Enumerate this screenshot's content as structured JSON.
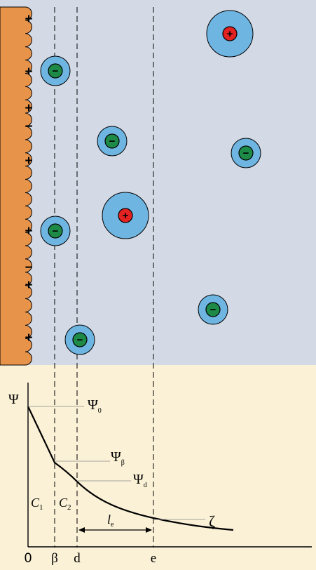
{
  "colors": {
    "electrode": "#E8934A",
    "solution": "#D4DAE5",
    "plot_bg": "#FAF1D6",
    "hydration_shell": "#6FB5E2",
    "anion_core": "#1E8A48",
    "cation_core": "#E32222",
    "line": "#000000"
  },
  "electrode": {
    "surface_charges": [
      "+",
      "+",
      "+",
      "-",
      "+",
      "+",
      "-",
      "+",
      "+"
    ]
  },
  "ions": [
    {
      "charge": "+",
      "kind": "cation-large"
    },
    {
      "charge": "-",
      "kind": "anion"
    },
    {
      "charge": "-",
      "kind": "anion"
    },
    {
      "charge": "-",
      "kind": "anion"
    },
    {
      "charge": "+",
      "kind": "cation-large"
    },
    {
      "charge": "-",
      "kind": "anion"
    },
    {
      "charge": "-",
      "kind": "anion"
    },
    {
      "charge": "-",
      "kind": "anion"
    }
  ],
  "plot": {
    "y_axis_symbol": "Ψ",
    "x_ticks": [
      "0",
      "β",
      "d",
      "e"
    ],
    "potential_labels": [
      {
        "main": "Ψ",
        "sub": "0"
      },
      {
        "main": "Ψ",
        "sub": "β"
      },
      {
        "main": "Ψ",
        "sub": "d"
      }
    ],
    "zeta_label": "ζ",
    "capacitances": [
      {
        "main": "C",
        "sub": "1"
      },
      {
        "main": "C",
        "sub": "2"
      }
    ],
    "length_label": {
      "main": "l",
      "sub": "e"
    }
  }
}
